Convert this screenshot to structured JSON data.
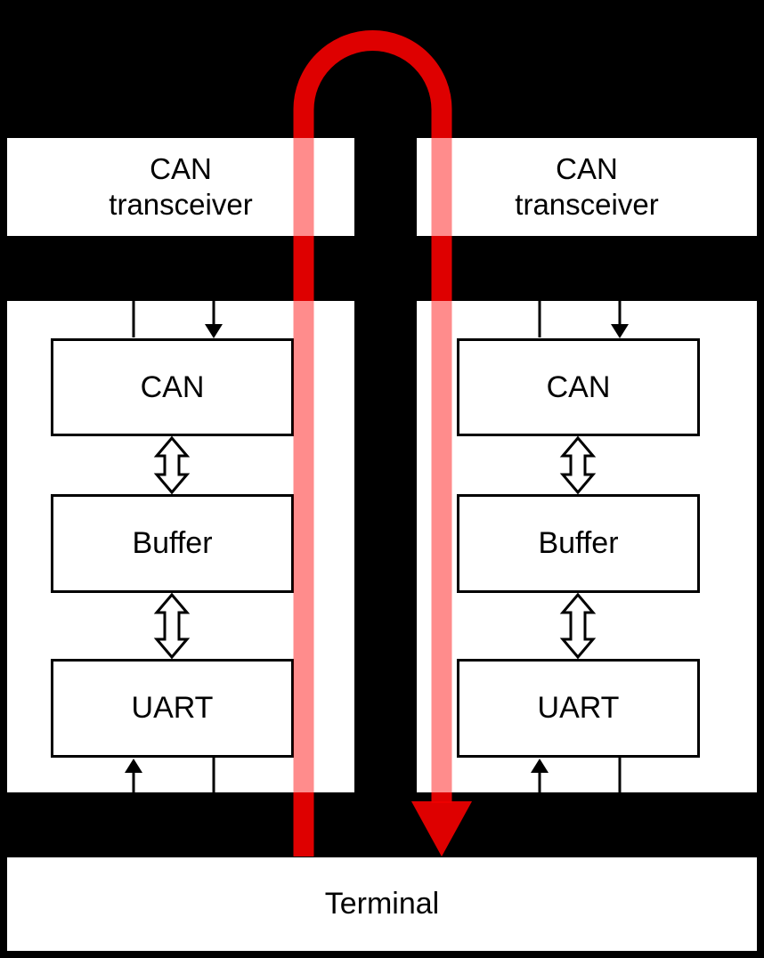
{
  "colors": {
    "background": "#000000",
    "flow_red": "#c40000",
    "flow_red_overlay": "rgba(255,0,0,0.45)",
    "box_fill": "#ffffff",
    "outline": "#000000"
  },
  "nodes": {
    "transceiver_left": {
      "line1": "CAN",
      "line2": "transceiver"
    },
    "transceiver_right": {
      "line1": "CAN",
      "line2": "transceiver"
    },
    "controller_left": {
      "can": "CAN",
      "buffer": "Buffer",
      "uart": "UART"
    },
    "controller_right": {
      "can": "CAN",
      "buffer": "Buffer",
      "uart": "UART"
    },
    "terminal": {
      "label": "Terminal"
    }
  }
}
